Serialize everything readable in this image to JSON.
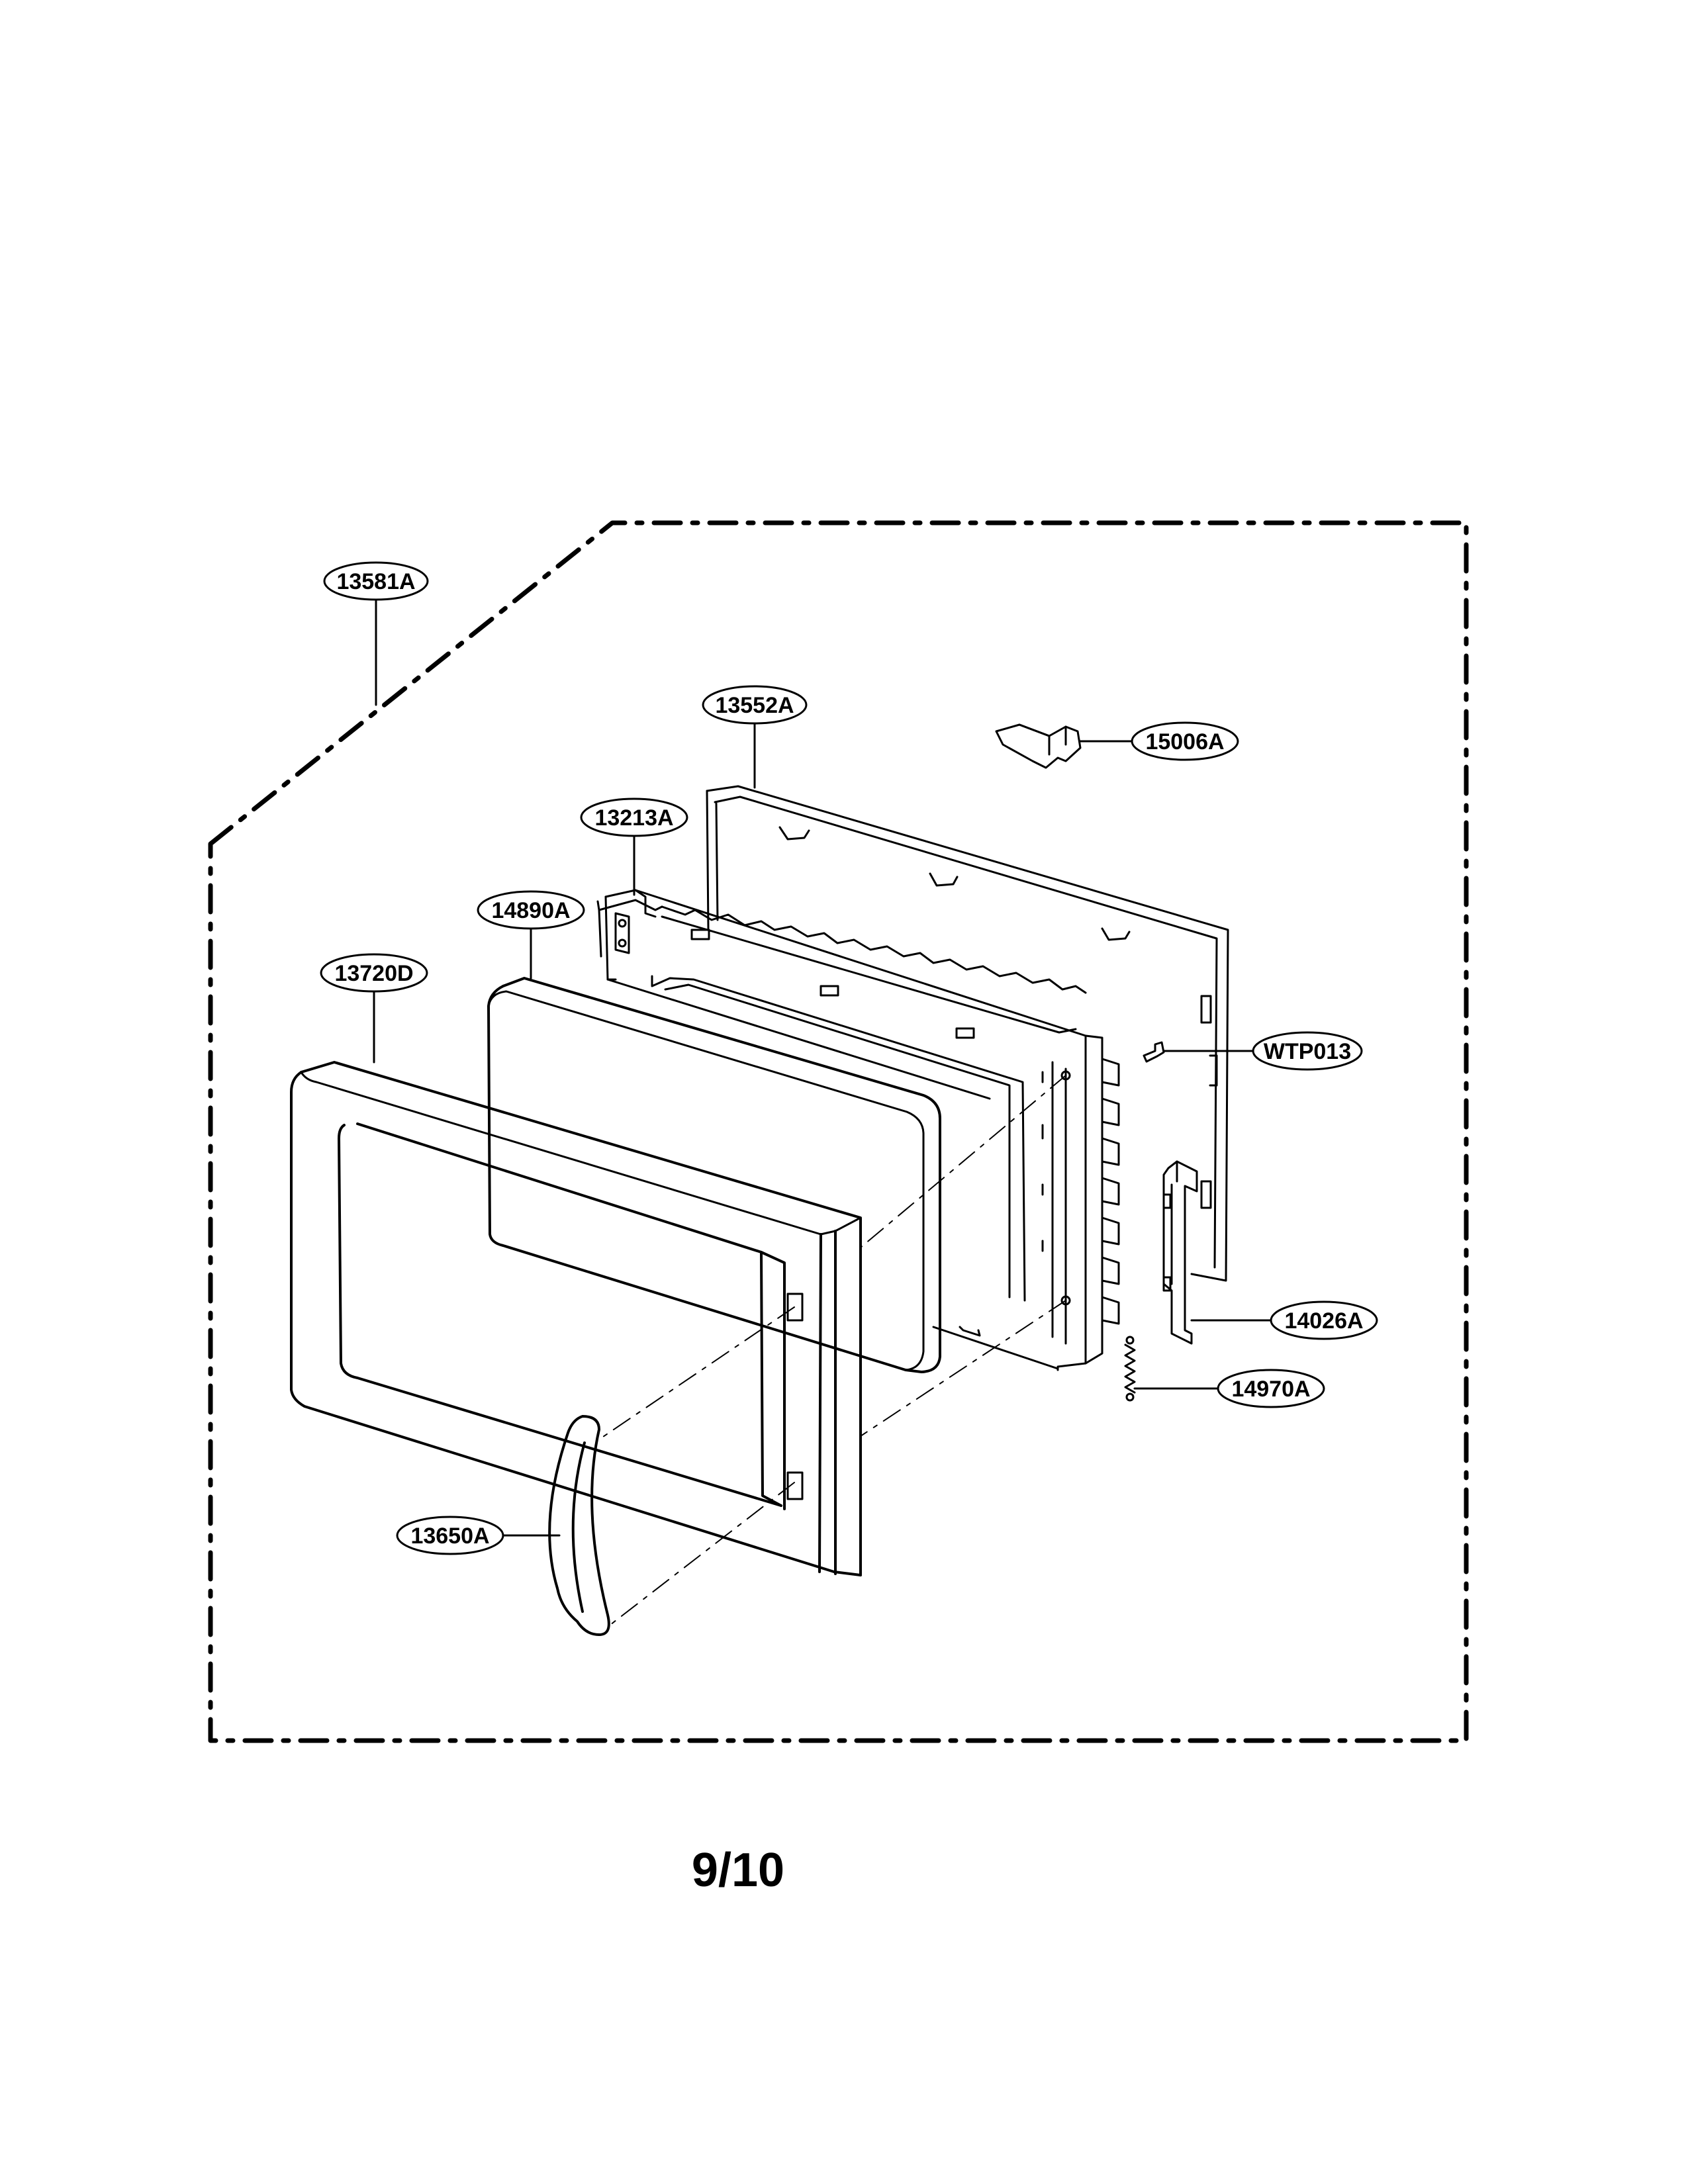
{
  "diagram": {
    "part_labels": {
      "p13581A": "13581A",
      "p13552A": "13552A",
      "p15006A": "15006A",
      "p13213A": "13213A",
      "p14890A": "14890A",
      "p13720D": "13720D",
      "pWTP013": "WTP013",
      "p14026A": "14026A",
      "p14970A": "14970A",
      "p13650A": "13650A"
    }
  },
  "page_number": "9/10"
}
